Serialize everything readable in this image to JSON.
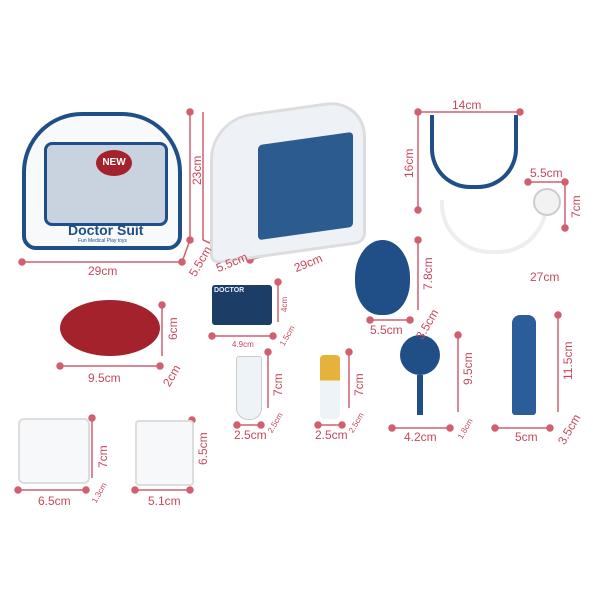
{
  "product": {
    "case_brand": "Doctor Suit",
    "case_tagline": "Fun Medical Play toys",
    "badge": "NEW",
    "card_title": "DOCTOR"
  },
  "dims": {
    "case_front_w": "29cm",
    "case_front_h": "23cm",
    "case_front_d": "5.5cm",
    "case_side_d": "5.5cm",
    "case_side_w": "29cm",
    "steth_w": "14cm",
    "steth_h": "16cm",
    "steth_head_w": "5.5cm",
    "steth_head_h": "7cm",
    "steth_len": "27cm",
    "mirror_h": "7.8cm",
    "mirror_w": "5.5cm",
    "mirror_d": "3.5cm",
    "tray_h": "6cm",
    "tray_w": "9.5cm",
    "tray_d": "2cm",
    "card_w": "4.9cm",
    "card_h": "4cm",
    "card_d": "1.5cm",
    "tube_h": "7cm",
    "tube_w": "2.5cm",
    "tube_d": "2.5cm",
    "bottle_h": "7cm",
    "bottle_w": "2.5cm",
    "bottle_d": "2.5cm",
    "reflector_h": "9.5cm",
    "reflector_w": "4.2cm",
    "reflector_d": "1.8cm",
    "syringe_h": "11.5cm",
    "syringe_w": "5cm",
    "syringe_d": "3.5cm",
    "monitor_h": "7cm",
    "monitor_w": "6.5cm",
    "monitor_d": "1.3cm",
    "clipboard_h": "6.5cm",
    "clipboard_w": "5.1cm"
  },
  "colors": {
    "label": "#c9485b",
    "navy": "#1f4f86",
    "red": "#a3222c"
  }
}
